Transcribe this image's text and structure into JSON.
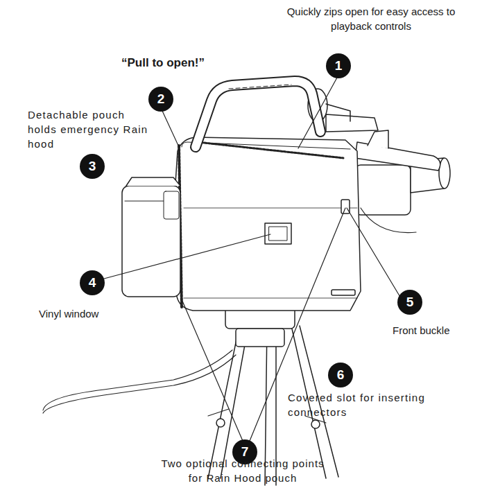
{
  "diagram": {
    "nodes": [
      {
        "text": [
          "1"
        ]
      },
      {
        "text": [
          "2"
        ]
      },
      {
        "text": [
          "3"
        ]
      },
      {
        "text": [
          "4"
        ]
      },
      {
        "text": [
          "5"
        ]
      },
      {
        "text": [
          "6"
        ]
      },
      {
        "text": [
          "7"
        ]
      }
    ],
    "labels": [
      "Quickly zips open for easy access to playback controls",
      "“Pull to open!”",
      "Detachable pouch holds emergency Rain hood",
      "Vinyl window",
      "Front buckle",
      "Covered slot for inserting connectors",
      "Two optional connecting points for Rain Hood pouch"
    ]
  }
}
